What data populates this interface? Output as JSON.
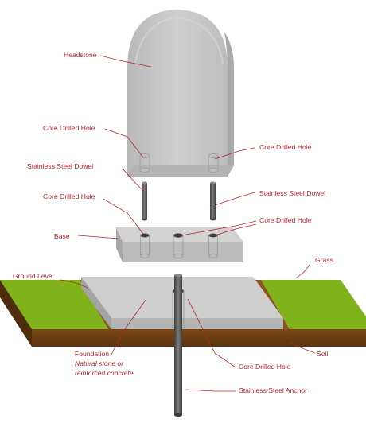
{
  "labels": {
    "headstone": "Headstone",
    "core_left_top": "Core Drilled Hole",
    "core_right_top": "Core Drilled Hole",
    "dowel_left": "Stainless Steel Dowel",
    "dowel_right": "Stainless Steel Dowel",
    "core_base_left": "Core Drilled Hole",
    "core_base_right": "Core Drilled Hole",
    "base": "Base",
    "ground_level": "Ground Level",
    "grass": "Grass",
    "foundation": "Foundation",
    "foundation_note_1": "Natural stone or",
    "foundation_note_2": "reinforced concrete",
    "soil": "Soil",
    "core_anchor": "Core Drilled Hole",
    "anchor": "Stainless Steel Anchor"
  },
  "colors": {
    "label": "#b0272d",
    "stone": "#c9c9c9",
    "grass": "#7fb21b",
    "soil": "#6b3f12",
    "steel": "#5e5e5e"
  }
}
